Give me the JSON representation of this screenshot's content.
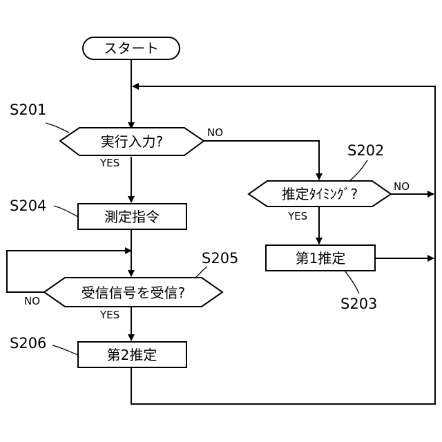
{
  "nodes": {
    "start": "スタート",
    "s201_decision": "実行入力?",
    "s204_process": "測定指令",
    "s205_decision": "受信信号を受信?",
    "s206_process": "第2推定",
    "s202_decision": "推定ﾀｲﾐﾝｸﾞ?",
    "s203_process": "第1推定"
  },
  "refs": {
    "s201": "S201",
    "s202": "S202",
    "s203": "S203",
    "s204": "S204",
    "s205": "S205",
    "s206": "S206"
  },
  "branches": {
    "s201_yes": "YES",
    "s201_no": "NO",
    "s202_yes": "YES",
    "s202_no": "NO",
    "s205_yes": "YES",
    "s205_no": "NO"
  }
}
